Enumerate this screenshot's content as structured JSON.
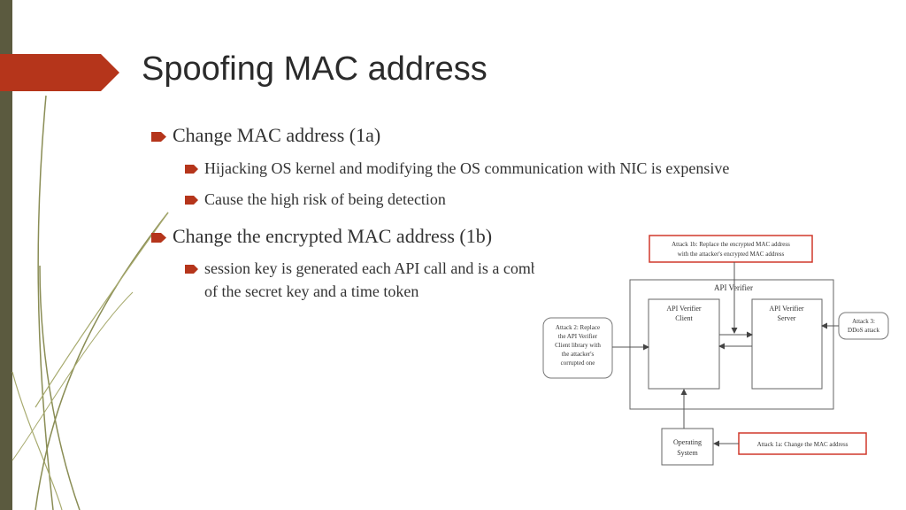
{
  "slide": {
    "title": "Spoofing MAC address",
    "bullets": [
      {
        "text": "Change MAC address (1a)",
        "sub": [
          "Hijacking OS kernel and modifying the OS communication with NIC is expensive",
          "Cause the high risk of being detection"
        ]
      },
      {
        "text": "Change the encrypted MAC address (1b)",
        "sub_lines": [
          "session key is generated each API call and is a combination",
          "of the secret key and a time token"
        ]
      }
    ]
  },
  "diagram": {
    "attack_1b": [
      "Attack 1b: Replace the encrypted MAC address",
      "with the attacker's encrypted MAC address"
    ],
    "api_verifier": "API Verifier",
    "client": [
      "API Verifier",
      "Client"
    ],
    "server": [
      "API Verifier",
      "Server"
    ],
    "attack_2": [
      "Attack 2: Replace",
      "the API Verifier",
      "Client library with",
      "the attacker's",
      "corrupted one"
    ],
    "attack_3": [
      "Attack 3:",
      "DDoS attack"
    ],
    "os": [
      "Operating",
      "System"
    ],
    "attack_1a": "Attack 1a: Change the MAC address"
  },
  "colors": {
    "accent": "#b5351b",
    "bar": "#5b5a3f",
    "attack_border": "#d0392b"
  }
}
